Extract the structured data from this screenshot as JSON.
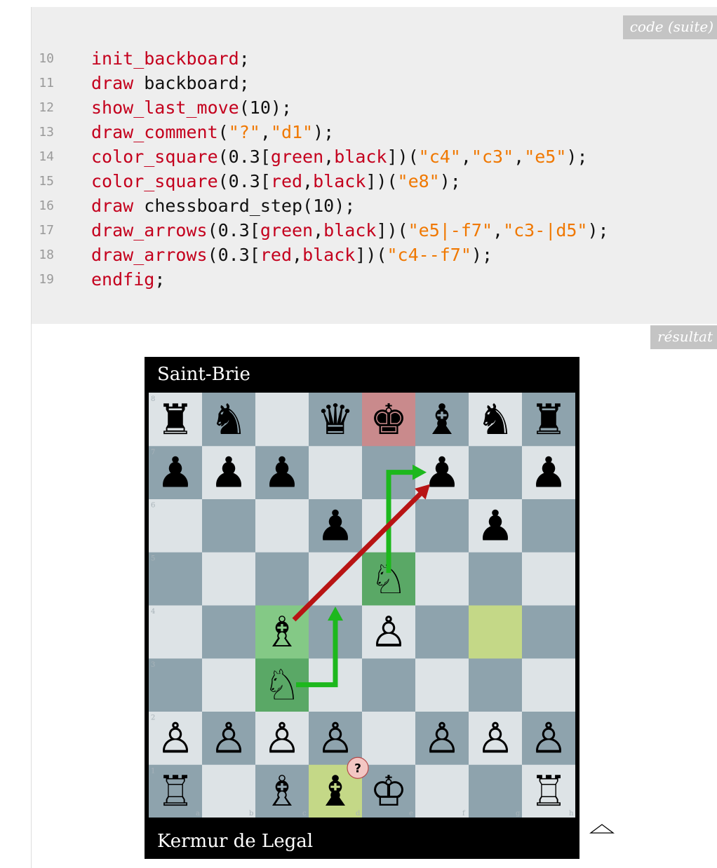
{
  "code_tag": "code (suite)",
  "result_tag": "résultat",
  "code_lines": [
    {
      "n": "10",
      "parts": [
        {
          "t": "init_backboard",
          "c": "kw"
        },
        {
          "t": ";",
          "c": ""
        }
      ]
    },
    {
      "n": "11",
      "parts": [
        {
          "t": "draw",
          "c": "kw"
        },
        {
          "t": " backboard;",
          "c": ""
        }
      ]
    },
    {
      "n": "12",
      "parts": [
        {
          "t": "show_last_move",
          "c": "kw"
        },
        {
          "t": "(10);",
          "c": ""
        }
      ]
    },
    {
      "n": "13",
      "parts": [
        {
          "t": "draw_comment",
          "c": "kw"
        },
        {
          "t": "(",
          "c": ""
        },
        {
          "t": "\"?\"",
          "c": "st"
        },
        {
          "t": ",",
          "c": ""
        },
        {
          "t": "\"d1\"",
          "c": "st"
        },
        {
          "t": ");",
          "c": ""
        }
      ]
    },
    {
      "n": "14",
      "parts": [
        {
          "t": "color_square",
          "c": "kw"
        },
        {
          "t": "(0.3[",
          "c": ""
        },
        {
          "t": "green",
          "c": "kw"
        },
        {
          "t": ",",
          "c": ""
        },
        {
          "t": "black",
          "c": "kw"
        },
        {
          "t": "])(",
          "c": ""
        },
        {
          "t": "\"c4\"",
          "c": "st"
        },
        {
          "t": ",",
          "c": ""
        },
        {
          "t": "\"c3\"",
          "c": "st"
        },
        {
          "t": ",",
          "c": ""
        },
        {
          "t": "\"e5\"",
          "c": "st"
        },
        {
          "t": ");",
          "c": ""
        }
      ]
    },
    {
      "n": "15",
      "parts": [
        {
          "t": "color_square",
          "c": "kw"
        },
        {
          "t": "(0.3[",
          "c": ""
        },
        {
          "t": "red",
          "c": "kw"
        },
        {
          "t": ",",
          "c": ""
        },
        {
          "t": "black",
          "c": "kw"
        },
        {
          "t": "])(",
          "c": ""
        },
        {
          "t": "\"e8\"",
          "c": "st"
        },
        {
          "t": ");",
          "c": ""
        }
      ]
    },
    {
      "n": "16",
      "parts": [
        {
          "t": "draw",
          "c": "kw"
        },
        {
          "t": " chessboard_step(10);",
          "c": ""
        }
      ]
    },
    {
      "n": "17",
      "parts": [
        {
          "t": "draw_arrows",
          "c": "kw"
        },
        {
          "t": "(0.3[",
          "c": ""
        },
        {
          "t": "green",
          "c": "kw"
        },
        {
          "t": ",",
          "c": ""
        },
        {
          "t": "black",
          "c": "kw"
        },
        {
          "t": "])(",
          "c": ""
        },
        {
          "t": "\"e5|-f7\"",
          "c": "st"
        },
        {
          "t": ",",
          "c": ""
        },
        {
          "t": "\"c3-|d5\"",
          "c": "st"
        },
        {
          "t": ");",
          "c": ""
        }
      ]
    },
    {
      "n": "18",
      "parts": [
        {
          "t": "draw_arrows",
          "c": "kw"
        },
        {
          "t": "(0.3[",
          "c": ""
        },
        {
          "t": "red",
          "c": "kw"
        },
        {
          "t": ",",
          "c": ""
        },
        {
          "t": "black",
          "c": "kw"
        },
        {
          "t": "])(",
          "c": ""
        },
        {
          "t": "\"c4--f7\"",
          "c": "st"
        },
        {
          "t": ");",
          "c": ""
        }
      ]
    },
    {
      "n": "19",
      "parts": [
        {
          "t": "endfig",
          "c": "kw"
        },
        {
          "t": ";",
          "c": ""
        }
      ]
    }
  ],
  "board": {
    "top_player": "Saint-Brie",
    "bottom_player": "Kermur de Legal",
    "files": [
      "a",
      "b",
      "c",
      "d",
      "e",
      "f",
      "g",
      "h"
    ],
    "ranks": [
      "1",
      "2",
      "3",
      "4",
      "5",
      "6",
      "7",
      "8"
    ],
    "light_color": "#dde3e6",
    "dark_color": "#8ea3ad",
    "pieces": [
      {
        "sq": "a8",
        "glyph": "♜",
        "color": "black"
      },
      {
        "sq": "b8",
        "glyph": "♞",
        "color": "black"
      },
      {
        "sq": "d8",
        "glyph": "♛",
        "color": "black"
      },
      {
        "sq": "e8",
        "glyph": "♚",
        "color": "black"
      },
      {
        "sq": "f8",
        "glyph": "♝",
        "color": "black"
      },
      {
        "sq": "g8",
        "glyph": "♞",
        "color": "black"
      },
      {
        "sq": "h8",
        "glyph": "♜",
        "color": "black"
      },
      {
        "sq": "a7",
        "glyph": "♟",
        "color": "black"
      },
      {
        "sq": "b7",
        "glyph": "♟",
        "color": "black"
      },
      {
        "sq": "c7",
        "glyph": "♟",
        "color": "black"
      },
      {
        "sq": "f7",
        "glyph": "♟",
        "color": "black"
      },
      {
        "sq": "h7",
        "glyph": "♟",
        "color": "black"
      },
      {
        "sq": "d6",
        "glyph": "♟",
        "color": "black"
      },
      {
        "sq": "g6",
        "glyph": "♟",
        "color": "black"
      },
      {
        "sq": "e5",
        "glyph": "♘",
        "color": "white"
      },
      {
        "sq": "c4",
        "glyph": "♗",
        "color": "white"
      },
      {
        "sq": "e4",
        "glyph": "♙",
        "color": "white"
      },
      {
        "sq": "c3",
        "glyph": "♘",
        "color": "white"
      },
      {
        "sq": "a2",
        "glyph": "♙",
        "color": "white"
      },
      {
        "sq": "b2",
        "glyph": "♙",
        "color": "white"
      },
      {
        "sq": "c2",
        "glyph": "♙",
        "color": "white"
      },
      {
        "sq": "d2",
        "glyph": "♙",
        "color": "white"
      },
      {
        "sq": "f2",
        "glyph": "♙",
        "color": "white"
      },
      {
        "sq": "g2",
        "glyph": "♙",
        "color": "white"
      },
      {
        "sq": "h2",
        "glyph": "♙",
        "color": "white"
      },
      {
        "sq": "a1",
        "glyph": "♖",
        "color": "white"
      },
      {
        "sq": "c1",
        "glyph": "♗",
        "color": "white"
      },
      {
        "sq": "d1",
        "glyph": "♝",
        "color": "black"
      },
      {
        "sq": "e1",
        "glyph": "♔",
        "color": "white"
      },
      {
        "sq": "h1",
        "glyph": "♖",
        "color": "white"
      }
    ],
    "highlights": [
      {
        "sq": "c4",
        "color": "#84c986"
      },
      {
        "sq": "c3",
        "color": "#5aa866"
      },
      {
        "sq": "e5",
        "color": "#5aa866"
      },
      {
        "sq": "e8",
        "color": "#c98a8c"
      },
      {
        "sq": "g4",
        "color": "#c4d887"
      },
      {
        "sq": "d1",
        "color": "#c4d887"
      }
    ],
    "arrows": [
      {
        "from": "e5",
        "to": "f7",
        "style": "|-",
        "color": "#1db81d"
      },
      {
        "from": "c3",
        "to": "d5",
        "style": "-|",
        "color": "#1db81d"
      },
      {
        "from": "c4",
        "to": "f7",
        "style": "--",
        "color": "#b81414"
      }
    ],
    "comment": {
      "sq": "d1",
      "text": "?",
      "color": "#f3c7c4"
    }
  }
}
